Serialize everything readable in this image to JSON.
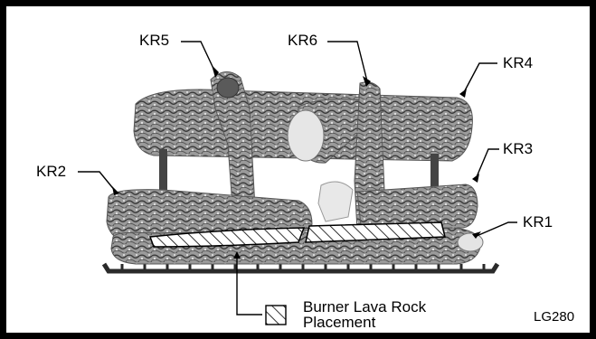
{
  "labels": {
    "kr1": "KR1",
    "kr2": "KR2",
    "kr3": "KR3",
    "kr4": "KR4",
    "kr5": "KR5",
    "kr6": "KR6"
  },
  "legend": {
    "line1": "Burner Lava Rock",
    "line2": "Placement"
  },
  "figure_code": "LG280",
  "colors": {
    "border": "#000000",
    "background": "#ffffff",
    "log_dark": "#3a3a3a",
    "log_mid": "#8c8c8c",
    "log_light": "#d9d9d9"
  }
}
